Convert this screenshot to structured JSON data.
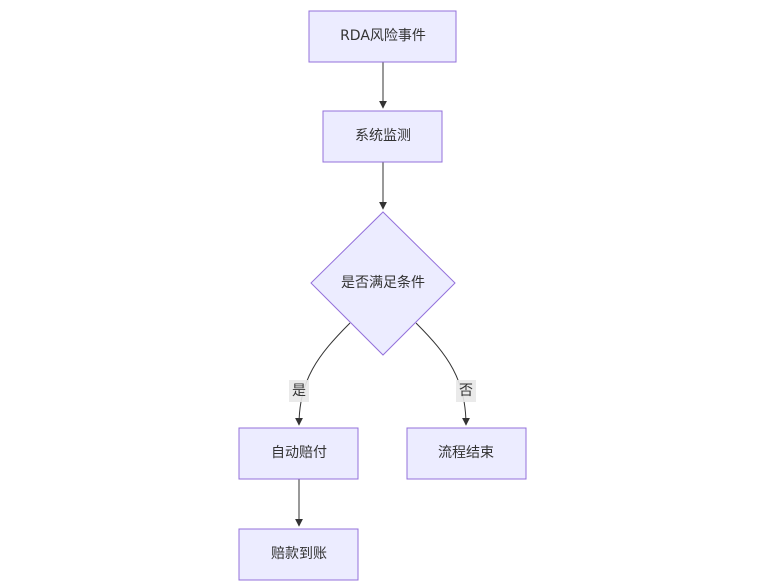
{
  "flowchart": {
    "nodes": {
      "event": "RDA风险事件",
      "monitor": "系统监测",
      "decision": "是否满足条件",
      "auto_pay": "自动赔付",
      "end": "流程结束",
      "arrival": "赔款到账"
    },
    "edges": {
      "yes_label": "是",
      "no_label": "否"
    },
    "colors": {
      "node_fill": "#ECECFF",
      "node_stroke": "#9370DB",
      "edge": "#333333",
      "text": "#333333",
      "label_bg": "#E8E8E8"
    }
  }
}
